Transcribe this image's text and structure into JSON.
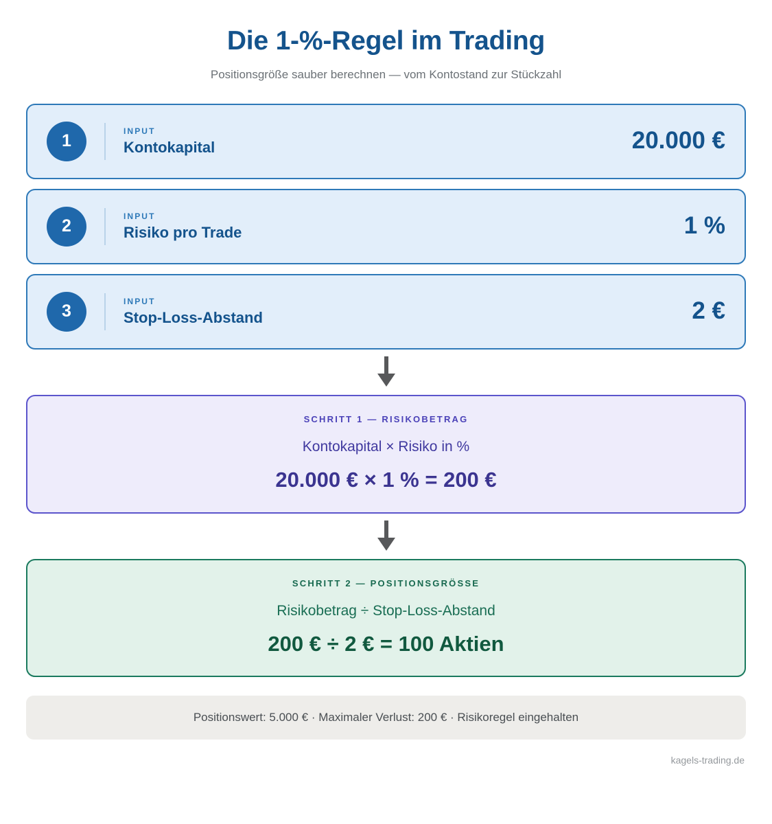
{
  "header": {
    "title": "Die 1-%-Regel im Trading",
    "subtitle": "Positionsgröße sauber berechnen — vom Kontostand zur Stückzahl"
  },
  "inputs": {
    "cards": [
      {
        "number": "1",
        "kicker": "INPUT",
        "label": "Kontokapital",
        "value": "20.000 €"
      },
      {
        "number": "2",
        "kicker": "INPUT",
        "label": "Risiko pro Trade",
        "value": "1 %"
      },
      {
        "number": "3",
        "kicker": "INPUT",
        "label": "Stop-Loss-Abstand",
        "value": "2 €"
      }
    ]
  },
  "steps": [
    {
      "kicker": "SCHRITT 1 — RISIKOBETRAG",
      "formula": "Kontokapital × Risiko in %",
      "result": "20.000 € × 1 % = 200 €"
    },
    {
      "kicker": "SCHRITT 2 — POSITIONSGRÖSSE",
      "formula": "Risikobetrag ÷ Stop-Loss-Abstand",
      "result": "200 € ÷ 2 € = 100 Aktien"
    }
  ],
  "summary": {
    "text": "Positionswert: 5.000 € · Maximaler Verlust: 200 € · Risikoregel eingehalten"
  },
  "credit": {
    "text": "kagels-trading.de"
  },
  "icons": {
    "arrow_down": "arrow-down-icon"
  },
  "colors": {
    "brand_dark_blue": "#14538c",
    "brand_blue": "#2e79b8",
    "badge_blue": "#1f68ab",
    "card_bg": "#e2eefa",
    "step1_bg": "#eeecfb",
    "step1_border": "#5b54cc",
    "step1_text": "#3b3490",
    "step2_bg": "#e2f2ea",
    "step2_border": "#1a7a5e",
    "step2_text": "#11593f",
    "summary_bg": "#eeedea",
    "arrow_gray": "#57585a"
  }
}
